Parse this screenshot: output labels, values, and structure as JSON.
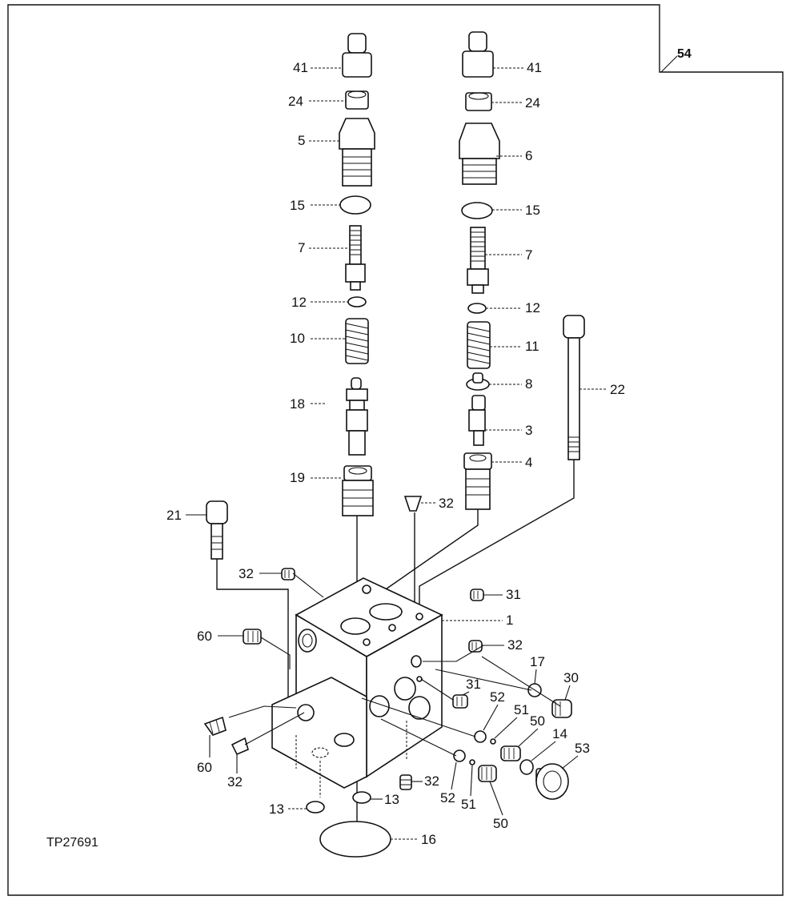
{
  "sheet_ref": "54",
  "figure_code": "TP27691",
  "labels": {
    "l41a": "41",
    "l41b": "41",
    "l24a": "24",
    "l24b": "24",
    "l5": "5",
    "l6": "6",
    "l15a": "15",
    "l15b": "15",
    "l7a": "7",
    "l7b": "7",
    "l12a": "12",
    "l12b": "12",
    "l10": "10",
    "l11": "11",
    "l8": "8",
    "l22": "22",
    "l18": "18",
    "l3": "3",
    "l19": "19",
    "l4": "4",
    "l32a": "32",
    "l21": "21",
    "l32b": "32",
    "l31a": "31",
    "l1": "1",
    "l60a": "60",
    "l32c": "32",
    "l17": "17",
    "l30": "30",
    "l31b": "31",
    "l52a": "52",
    "l51a": "51",
    "l50a": "50",
    "l14": "14",
    "l53": "53",
    "l60b": "60",
    "l32d": "32",
    "l32e": "32",
    "l52b": "52",
    "l51b": "51",
    "l50b": "50",
    "l13a": "13",
    "l13b": "13",
    "l16": "16"
  }
}
